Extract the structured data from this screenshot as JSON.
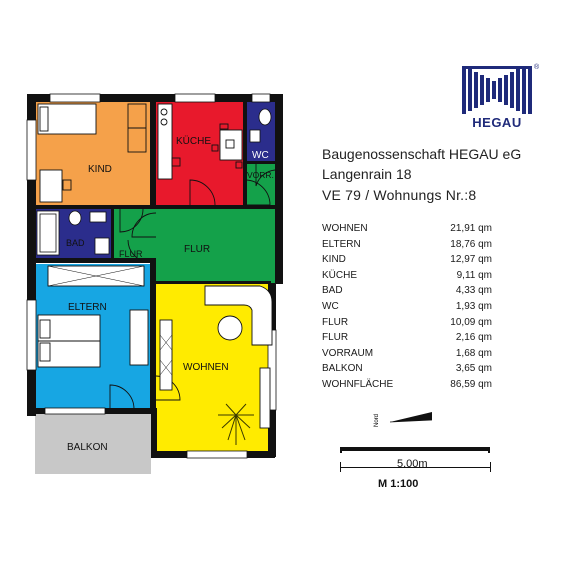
{
  "logo": {
    "text": "HEGAU",
    "registered": "®"
  },
  "header": {
    "company": "Baugenossenschaft HEGAU eG",
    "address": "Langenrain 18",
    "unit": "VE 79 / Wohnungs Nr.:8"
  },
  "rooms": {
    "kind": "KIND",
    "kueche": "KÜCHE",
    "wc": "WC",
    "vorraum": "VORR.",
    "bad": "BAD",
    "flur_small": "FLUR",
    "flur_main": "FLUR",
    "eltern": "ELTERN",
    "wohnen": "WOHNEN",
    "balkon": "BALKON"
  },
  "areas": [
    {
      "name": "WOHNEN",
      "value": "21,91 qm"
    },
    {
      "name": "ELTERN",
      "value": "18,76 qm"
    },
    {
      "name": "KIND",
      "value": "12,97 qm"
    },
    {
      "name": "KÜCHE",
      "value": "9,11 qm"
    },
    {
      "name": "BAD",
      "value": "4,33 qm"
    },
    {
      "name": "WC",
      "value": "1,93 qm"
    },
    {
      "name": "FLUR",
      "value": "10,09 qm"
    },
    {
      "name": "FLUR",
      "value": "2,16 qm"
    },
    {
      "name": "VORRAUM",
      "value": "1,68 qm"
    },
    {
      "name": "BALKON",
      "value": "3,65 qm"
    },
    {
      "name": "WOHNFLÄCHE",
      "value": "86,59 qm"
    }
  ],
  "north": {
    "label": "Nord"
  },
  "scale": {
    "distance": "5.00m",
    "ratio": "M 1:100"
  },
  "colors": {
    "kind": "#f5a14a",
    "kueche": "#e8192c",
    "wc": "#2b2d8c",
    "bad": "#2b2d8c",
    "flur": "#14a14a",
    "eltern": "#17a6e3",
    "wohnen": "#ffeb00",
    "balkon": "#c8c8c8",
    "logo": "#1f2a7a"
  }
}
